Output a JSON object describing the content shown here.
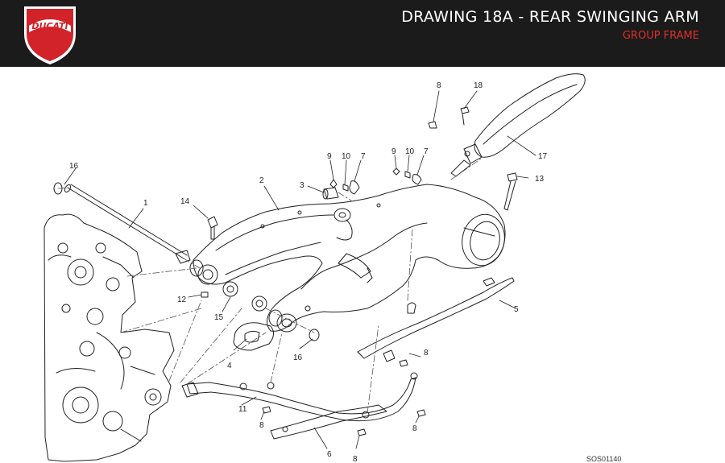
{
  "header": {
    "logo_text": "DUCATI",
    "title": "DRAWING 18A - REAR SWINGING ARM",
    "subtitle": "GROUP FRAME",
    "colors": {
      "bar": "#1b1b1b",
      "accent": "#e0302c",
      "title": "#ffffff"
    }
  },
  "diagram": {
    "callouts": {
      "c1": "1",
      "c2": "2",
      "c3": "3",
      "c4": "4",
      "c5": "5",
      "c6": "6",
      "c7a": "7",
      "c7b": "7",
      "c8a": "8",
      "c8b": "8",
      "c8c": "8",
      "c8d": "8",
      "c8e": "8",
      "c9a": "9",
      "c9b": "9",
      "c10a": "10",
      "c10b": "10",
      "c11": "11",
      "c12": "12",
      "c13": "13",
      "c14": "14",
      "c15": "15",
      "c16a": "16",
      "c16b": "16",
      "c17": "17",
      "c18": "18"
    },
    "drawing_code": "SOS01140"
  }
}
